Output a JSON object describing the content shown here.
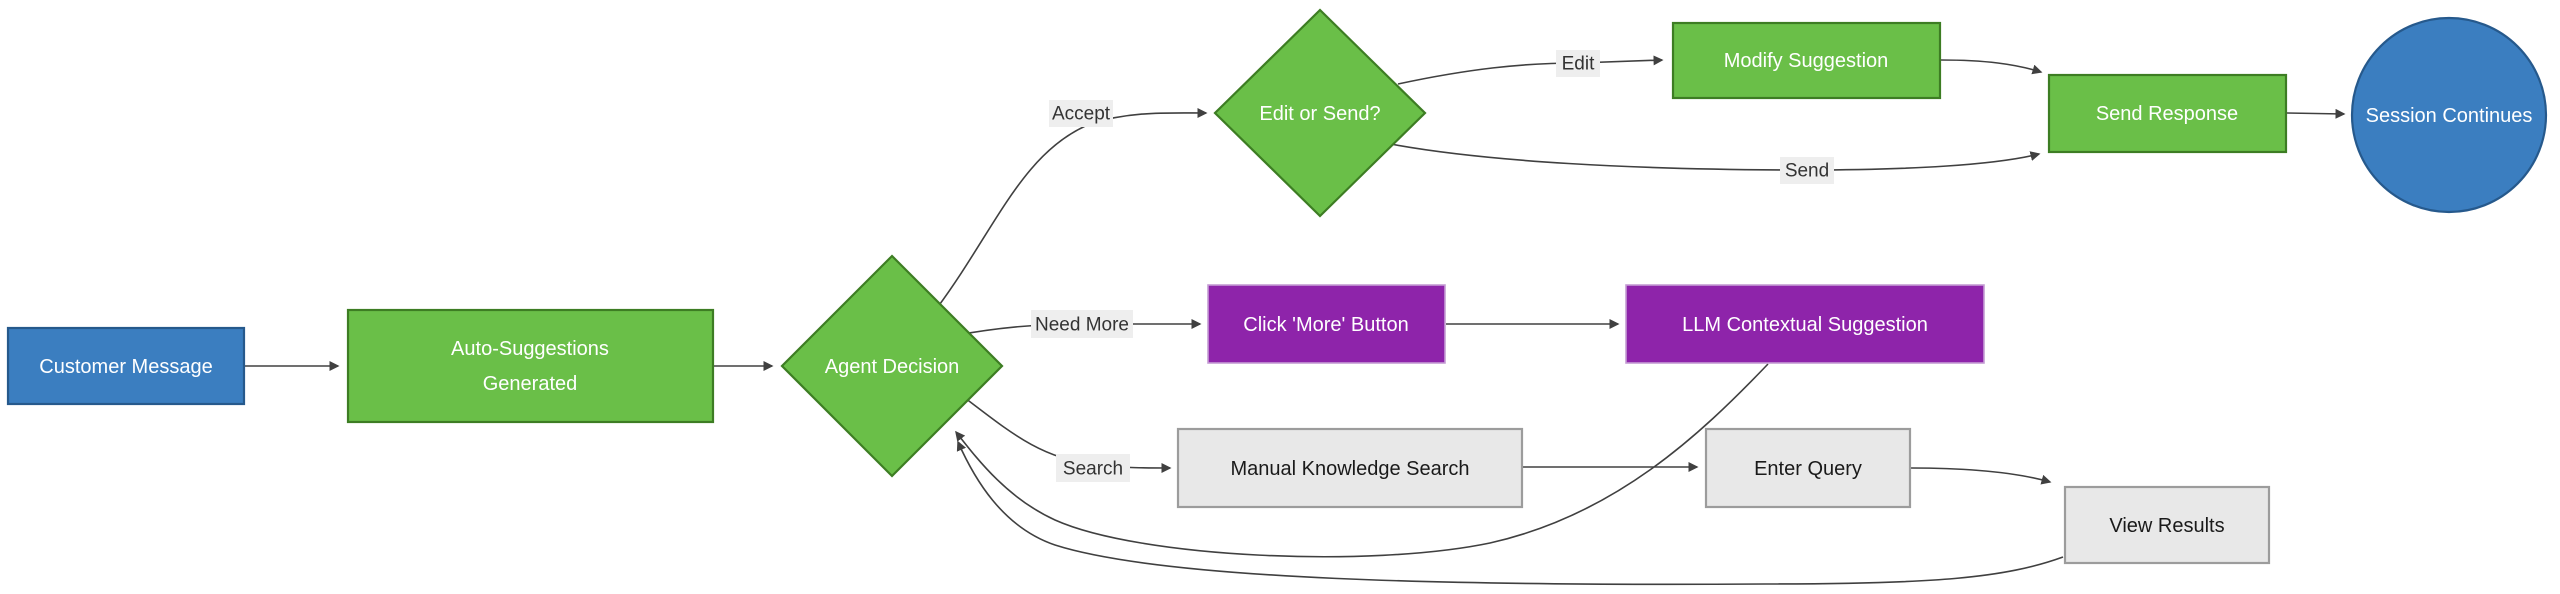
{
  "diagram": {
    "type": "flowchart",
    "direction": "LR",
    "nodes": [
      {
        "id": "customer_message",
        "label": "Customer Message",
        "shape": "rect",
        "style": "blue"
      },
      {
        "id": "auto_suggestions",
        "label": "Auto-Suggestions Generated",
        "label_lines": [
          "Auto-Suggestions",
          "Generated"
        ],
        "shape": "rect",
        "style": "green"
      },
      {
        "id": "agent_decision",
        "label": "Agent Decision",
        "shape": "diamond",
        "style": "green"
      },
      {
        "id": "edit_or_send",
        "label": "Edit or Send?",
        "shape": "diamond",
        "style": "green"
      },
      {
        "id": "modify_suggestion",
        "label": "Modify Suggestion",
        "shape": "rect",
        "style": "green"
      },
      {
        "id": "send_response",
        "label": "Send Response",
        "shape": "rect",
        "style": "green"
      },
      {
        "id": "session_continues",
        "label": "Session Continues",
        "shape": "circle",
        "style": "blue"
      },
      {
        "id": "click_more_button",
        "label": "Click 'More' Button",
        "shape": "rect",
        "style": "purple"
      },
      {
        "id": "llm_contextual_suggestion",
        "label": "LLM Contextual Suggestion",
        "shape": "rect",
        "style": "purple"
      },
      {
        "id": "manual_knowledge_search",
        "label": "Manual Knowledge Search",
        "shape": "rect",
        "style": "gray"
      },
      {
        "id": "enter_query",
        "label": "Enter Query",
        "shape": "rect",
        "style": "gray"
      },
      {
        "id": "view_results",
        "label": "View Results",
        "shape": "rect",
        "style": "gray"
      }
    ],
    "edges": [
      {
        "from": "customer_message",
        "to": "auto_suggestions",
        "label": ""
      },
      {
        "from": "auto_suggestions",
        "to": "agent_decision",
        "label": ""
      },
      {
        "from": "agent_decision",
        "to": "edit_or_send",
        "label": "Accept"
      },
      {
        "from": "edit_or_send",
        "to": "modify_suggestion",
        "label": "Edit"
      },
      {
        "from": "edit_or_send",
        "to": "send_response",
        "label": "Send"
      },
      {
        "from": "modify_suggestion",
        "to": "send_response",
        "label": ""
      },
      {
        "from": "send_response",
        "to": "session_continues",
        "label": ""
      },
      {
        "from": "agent_decision",
        "to": "click_more_button",
        "label": "Need More"
      },
      {
        "from": "click_more_button",
        "to": "llm_contextual_suggestion",
        "label": ""
      },
      {
        "from": "llm_contextual_suggestion",
        "to": "agent_decision",
        "label": ""
      },
      {
        "from": "agent_decision",
        "to": "manual_knowledge_search",
        "label": "Search"
      },
      {
        "from": "manual_knowledge_search",
        "to": "enter_query",
        "label": ""
      },
      {
        "from": "enter_query",
        "to": "view_results",
        "label": ""
      },
      {
        "from": "view_results",
        "to": "agent_decision",
        "label": ""
      }
    ],
    "colors": {
      "green_fill": "#6abf48",
      "green_stroke": "#3d7d23",
      "blue_fill": "#3b7ec0",
      "blue_stroke": "#26598c",
      "purple_fill": "#8e24aa",
      "purple_stroke": "#c59cd4",
      "gray_fill": "#e8e8e8",
      "gray_stroke": "#9c9c9c",
      "edge_color": "#404040",
      "edge_label_bg": "#eeeeee",
      "edge_label_text": "#333333"
    }
  }
}
